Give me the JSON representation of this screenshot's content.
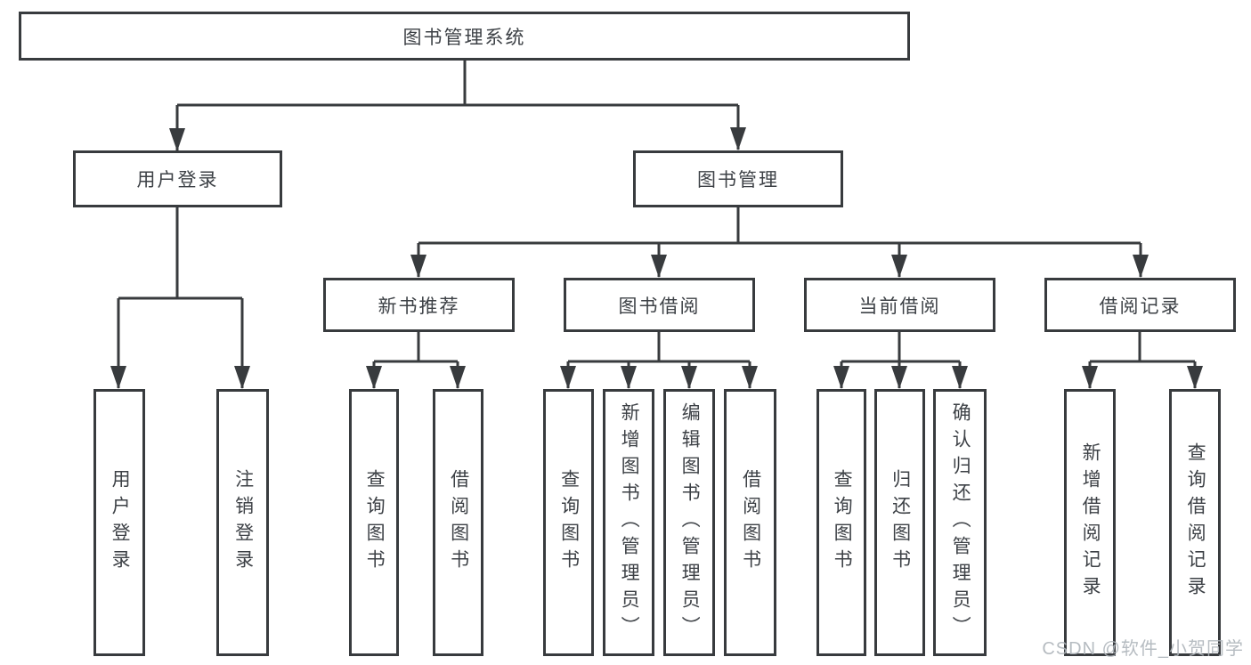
{
  "tree": {
    "root": "图书管理系统",
    "branches": [
      {
        "label": "用户登录",
        "leaves": [
          "用户登录",
          "注销登录"
        ]
      },
      {
        "label": "图书管理",
        "groups": [
          {
            "label": "新书推荐",
            "leaves": [
              "查询图书",
              "借阅图书"
            ]
          },
          {
            "label": "图书借阅",
            "leaves": [
              "查询图书",
              "新增图书（管理员）",
              "编辑图书（管理员）",
              "借阅图书"
            ]
          },
          {
            "label": "当前借阅",
            "leaves": [
              "查询图书",
              "归还图书",
              "确认归还（管理员）"
            ]
          },
          {
            "label": "借阅记录",
            "leaves": [
              "新增借阅记录",
              "查询借阅记录"
            ]
          }
        ]
      }
    ]
  },
  "watermark": {
    "text": "CSDN @软件_小贺同学"
  },
  "colors": {
    "line": "#383b3e",
    "text": "#3d4146",
    "watermark": "#afb5bb",
    "background": "#ffffff"
  }
}
